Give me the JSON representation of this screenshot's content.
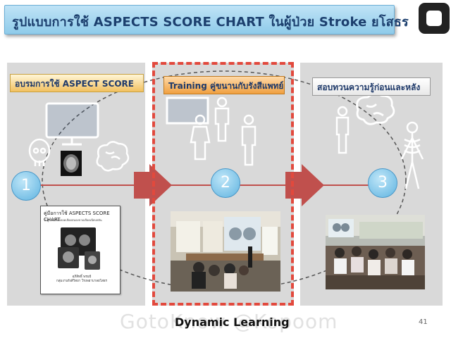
{
  "slide": {
    "title": "รูปแบบการใช้ ASPECTS SCORE CHART ในผู้ป่วย Stroke ยโสธร",
    "bottom_title": "Dynamic Learning",
    "page_number": "41",
    "watermark": "GotoKnow @Kopoom"
  },
  "steps": [
    {
      "number": "1",
      "label": "อบรมการใช้ ASPECT SCORE"
    },
    {
      "number": "2",
      "label": "Training คู่ขนานกับรังสีแพทย์"
    },
    {
      "number": "3",
      "label": "สอบทวนความรู้ก่อนและหลัง"
    }
  ],
  "document": {
    "title": "คู่มือการใช้ ASPECTS SCORE CHART",
    "subtitle": "ในผู้ป่วยโรคหลอดเลือดสมองขาดเลือดเฉียบพลัน",
    "author": "อภิสิทธิ์ พรมมี",
    "department": "กลุ่มงานรังสีวิทยา โรงพยาบาลยโสธร"
  },
  "colors": {
    "title_bar": "#9fd3ef",
    "title_text": "#1c3f6e",
    "dashed_frame": "#e2493d",
    "arrow": "#c0504d",
    "circle": "#6bbbe6",
    "panel": "#d9d9d9",
    "icon_stroke": "#ffffff",
    "icon_fill": "#1f4e8c"
  }
}
